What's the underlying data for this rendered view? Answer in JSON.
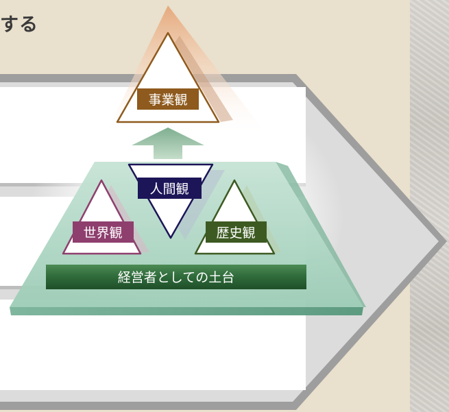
{
  "heading": "する",
  "diagram": {
    "top_label": "事業観",
    "center_label": "人間観",
    "left_label": "世界観",
    "right_label": "歴史観",
    "base_label": "経営者としての土台"
  },
  "colors": {
    "background": "#e9e0cd",
    "top_label_bg": "#8e5a1d",
    "center_label_bg": "#1c1558",
    "left_label_bg": "#8e3f6e",
    "right_label_bg": "#3d5a22",
    "base_bar": "#2f6a3a",
    "platform": "#a9d3c0"
  }
}
